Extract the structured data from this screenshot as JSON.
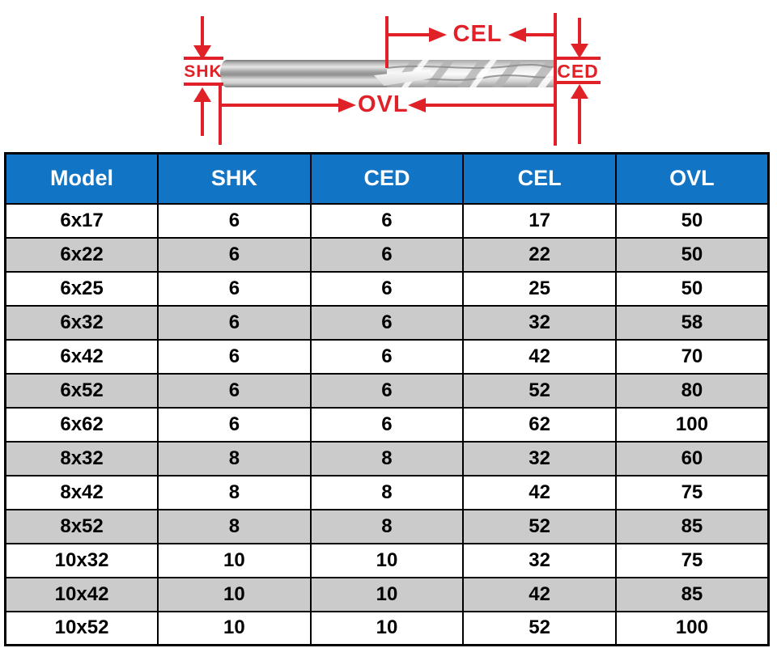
{
  "colors": {
    "accent_red": "#e02128",
    "header_blue": "#1274c5",
    "header_text": "#ffffff",
    "row_gray": "#cbcbcb",
    "row_white": "#ffffff",
    "border_black": "#000000"
  },
  "diagram": {
    "labels": {
      "shk": "SHK",
      "ced": "CED",
      "cel": "CEL",
      "ovl": "OVL"
    }
  },
  "table": {
    "columns": [
      "Model",
      "SHK",
      "CED",
      "CEL",
      "OVL"
    ],
    "rows": [
      [
        "6x17",
        "6",
        "6",
        "17",
        "50"
      ],
      [
        "6x22",
        "6",
        "6",
        "22",
        "50"
      ],
      [
        "6x25",
        "6",
        "6",
        "25",
        "50"
      ],
      [
        "6x32",
        "6",
        "6",
        "32",
        "58"
      ],
      [
        "6x42",
        "6",
        "6",
        "42",
        "70"
      ],
      [
        "6x52",
        "6",
        "6",
        "52",
        "80"
      ],
      [
        "6x62",
        "6",
        "6",
        "62",
        "100"
      ],
      [
        "8x32",
        "8",
        "8",
        "32",
        "60"
      ],
      [
        "8x42",
        "8",
        "8",
        "42",
        "75"
      ],
      [
        "8x52",
        "8",
        "8",
        "52",
        "85"
      ],
      [
        "10x32",
        "10",
        "10",
        "32",
        "75"
      ],
      [
        "10x42",
        "10",
        "10",
        "42",
        "85"
      ],
      [
        "10x52",
        "10",
        "10",
        "52",
        "100"
      ]
    ]
  }
}
